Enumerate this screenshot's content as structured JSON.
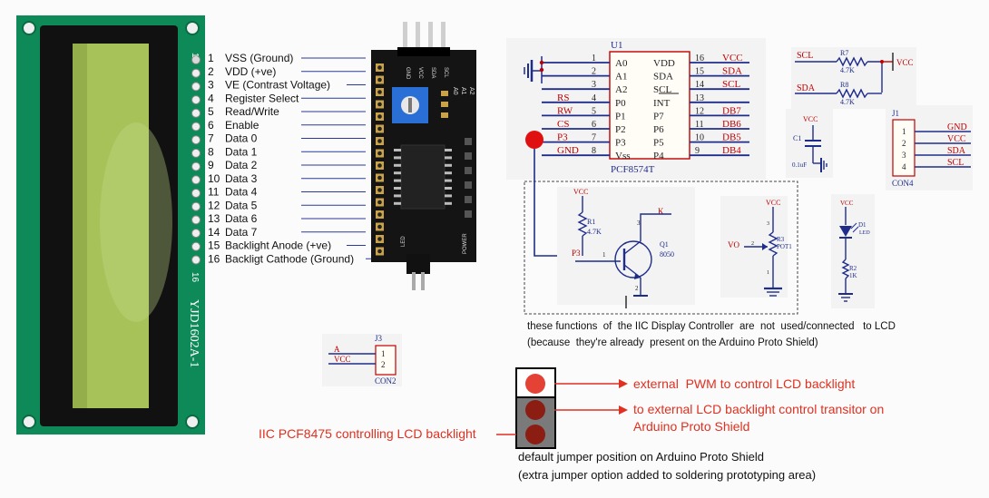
{
  "lcd": {
    "model": "YJD1602A-1",
    "pin_top": "1",
    "pin_bottom": "16"
  },
  "pinout": [
    {
      "num": "1",
      "label": "VSS (Ground)"
    },
    {
      "num": "2",
      "label": "VDD (+ve)"
    },
    {
      "num": "3",
      "label": "VE (Contrast Voltage)"
    },
    {
      "num": "4",
      "label": "Register Select"
    },
    {
      "num": "5",
      "label": "Read/Write"
    },
    {
      "num": "6",
      "label": "Enable"
    },
    {
      "num": "7",
      "label": "Data 0"
    },
    {
      "num": "8",
      "label": "Data 1"
    },
    {
      "num": "9",
      "label": "Data 2"
    },
    {
      "num": "10",
      "label": "Data 3"
    },
    {
      "num": "11",
      "label": "Data 4"
    },
    {
      "num": "12",
      "label": "Data 5"
    },
    {
      "num": "13",
      "label": "Data 6"
    },
    {
      "num": "14",
      "label": "Data 7"
    },
    {
      "num": "15",
      "label": "Backlight Anode (+ve)"
    },
    {
      "num": "16",
      "label": "Backligt Cathode (Ground)"
    }
  ],
  "board": {
    "header_pins": [
      "GND",
      "VCC",
      "SDA",
      "SCL"
    ],
    "addr_labels": [
      "A0",
      "A1",
      "A2"
    ],
    "led_label": "LED",
    "power_label": "POWER"
  },
  "u1": {
    "ref": "U1",
    "part": "PCF8574T",
    "left_pins": [
      {
        "num": "1",
        "name": "A0",
        "net": ""
      },
      {
        "num": "2",
        "name": "A1",
        "net": ""
      },
      {
        "num": "3",
        "name": "A2",
        "net": ""
      },
      {
        "num": "4",
        "name": "P0",
        "net": "RS"
      },
      {
        "num": "5",
        "name": "P1",
        "net": "RW"
      },
      {
        "num": "6",
        "name": "P2",
        "net": "CS"
      },
      {
        "num": "7",
        "name": "P3",
        "net": "P3"
      },
      {
        "num": "8",
        "name": "Vss",
        "net": "GND"
      }
    ],
    "right_pins": [
      {
        "num": "16",
        "name": "VDD",
        "net": "VCC"
      },
      {
        "num": "15",
        "name": "SDA",
        "net": "SDA"
      },
      {
        "num": "14",
        "name": "SCL",
        "net": "SCL"
      },
      {
        "num": "13",
        "name": "INT",
        "net": ""
      },
      {
        "num": "12",
        "name": "P7",
        "net": "DB7"
      },
      {
        "num": "11",
        "name": "P6",
        "net": "DB6"
      },
      {
        "num": "10",
        "name": "P5",
        "net": "DB5"
      },
      {
        "num": "9",
        "name": "P4",
        "net": "DB4"
      }
    ]
  },
  "pullups": {
    "scl": "SCL",
    "sda": "SDA",
    "r7": "R7",
    "r7_val": "4.7K",
    "r8": "R8",
    "r8_val": "4.7K",
    "vcc": "VCC"
  },
  "cap": {
    "vcc": "VCC",
    "ref": "C1",
    "value": "0.1uF"
  },
  "j1": {
    "ref": "J1",
    "footprint": "CON4",
    "pins": [
      "1",
      "2",
      "3",
      "4"
    ],
    "nets": [
      "GND",
      "VCC",
      "SDA",
      "SCL"
    ]
  },
  "transistor": {
    "vcc": "VCC",
    "r_ref": "R1",
    "r_val": "4.7K",
    "net_in": "P3",
    "ref": "Q1",
    "part": "8050",
    "net_out": "K",
    "pin1": "1",
    "pin2": "2",
    "pin3": "3"
  },
  "pot": {
    "vcc": "VCC",
    "ref": "R3",
    "part": "POT1",
    "net": "VO",
    "pin1": "1",
    "pin2": "2",
    "pin3": "3"
  },
  "led": {
    "vcc": "VCC",
    "ref": "D1",
    "part": "LED",
    "r_ref": "R2",
    "r_val": "1K"
  },
  "note_unused_1": "these functions  of  the IIC Display Controller  are  not  used/connected   to LCD",
  "note_unused_2": "(because  they're already  present on the Arduino Proto Shield)",
  "j3": {
    "ref": "J3",
    "footprint": "CON2",
    "net_a": "A",
    "net_vcc": "VCC",
    "pin1": "1",
    "pin2": "2"
  },
  "jumper": {
    "pwm": "external  PWM to control LCD backlight",
    "transistor_1": "to external LCD backlight control transitor on",
    "transistor_2": "Arduino Proto Shield",
    "iic": "IIC PCF8475 controlling LCD backlight",
    "default_1": "default jumper position on Arduino Proto Shield",
    "default_2": "(extra jumper option added to soldering prototyping area)"
  },
  "colors": {
    "net_red": "#c00000",
    "wire_blue": "#1f2d8a",
    "annotation_red": "#e03020",
    "pcb_green": "#0e8a58",
    "lcd_screen": "#a8c25a",
    "board_black": "#141414",
    "pot_blue": "#2a6fd6"
  }
}
